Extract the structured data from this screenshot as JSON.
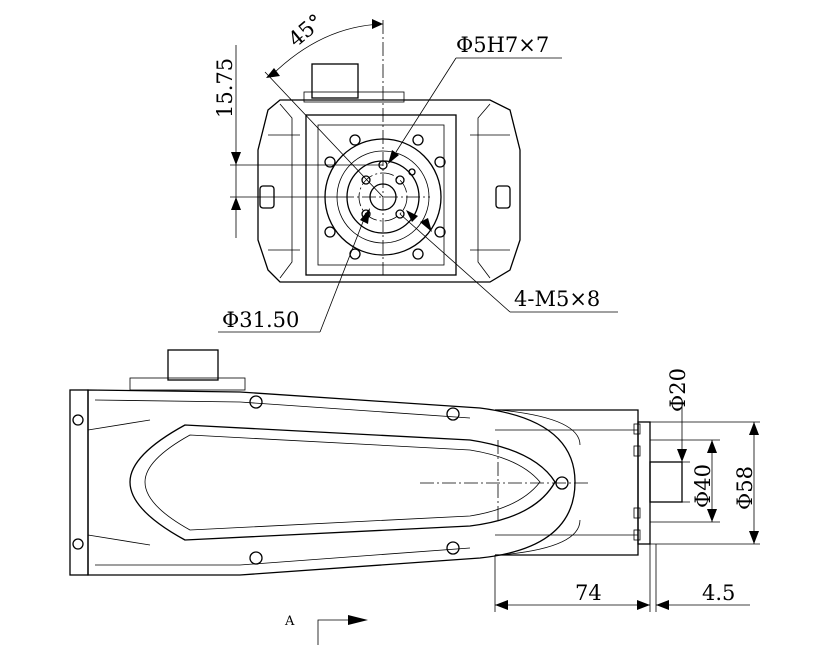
{
  "labels": {
    "angle": "45°",
    "pin_hole": "Φ5H7×7",
    "offset": "15.75",
    "bolt_circle": "Φ31.50",
    "threads": "4-M5×8",
    "dia_20": "Φ20",
    "dia_40": "Φ40",
    "dia_58": "Φ58",
    "length_74": "74",
    "length_4_5": "4.5",
    "view": "A"
  }
}
